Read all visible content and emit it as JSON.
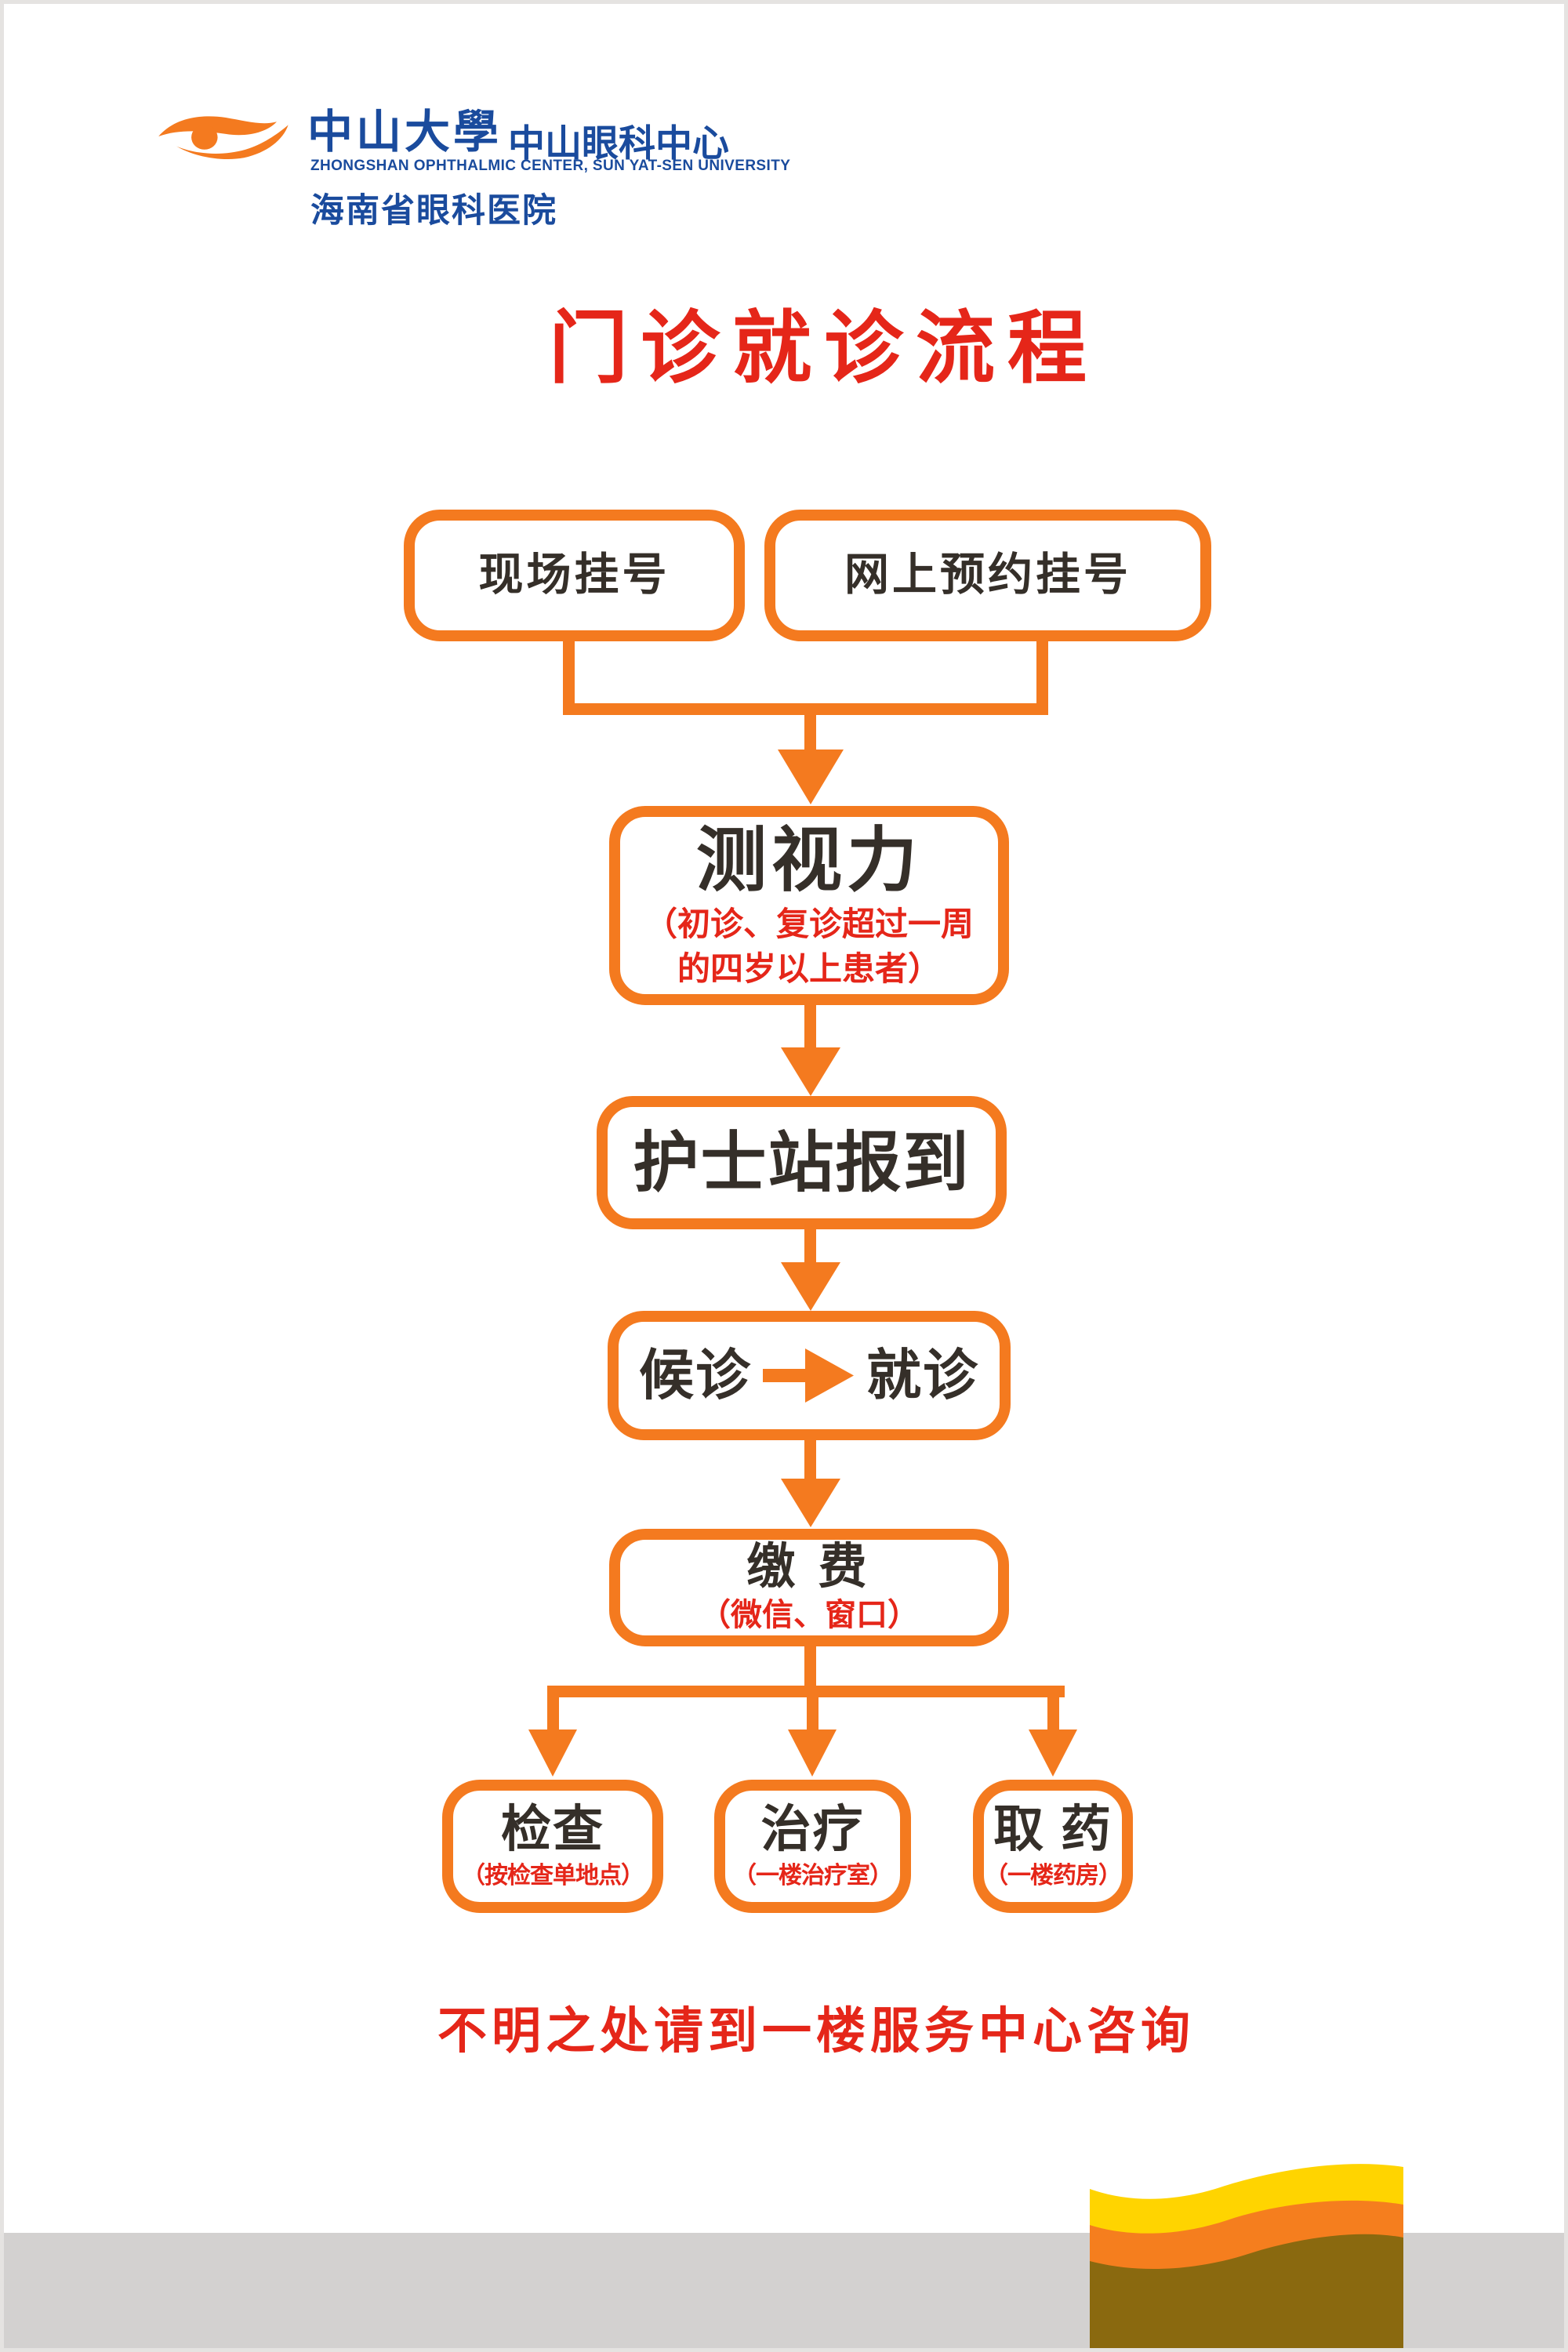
{
  "header": {
    "university": "中山大學",
    "center": "中山眼科中心",
    "english": "ZHONGSHAN OPHTHALMIC CENTER, SUN YAT-SEN UNIVERSITY",
    "hospital": "海南省眼科医院"
  },
  "title": "门诊就诊流程",
  "flow": {
    "onsite": "现场挂号",
    "online": "网上预约挂号",
    "vision": "测视力",
    "vision_note1": "（初诊、复诊超过一周",
    "vision_note2": "的四岁以上患者）",
    "nurse": "护士站报到",
    "wait_left": "候诊",
    "wait_right": "就诊",
    "pay": "缴 费",
    "pay_note": "（微信、窗口）",
    "branches": [
      {
        "label": "检查",
        "note": "（按检查单地点）"
      },
      {
        "label": "治疗",
        "note": "（一楼治疗室）"
      },
      {
        "label": "取 药",
        "note": "（一楼药房）"
      }
    ]
  },
  "notice": "不明之处请到一楼服务中心咨询",
  "colors": {
    "orange": "#f47a1f",
    "red": "#e52619",
    "blue": "#1a4b9d",
    "text_dark": "#352f29",
    "wave_yellow": "#ffd400",
    "wave_orange": "#f57e1e",
    "wave_brown": "#8a690f",
    "footer_gray": "#d3d1d0"
  }
}
